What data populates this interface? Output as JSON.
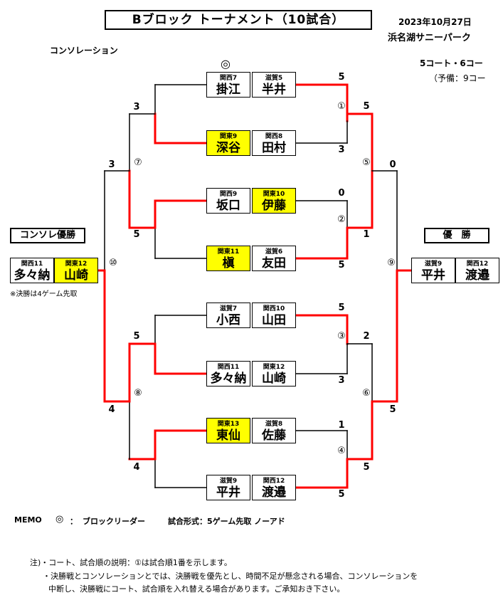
{
  "header": {
    "title": "Bブロック トーナメント（10試合）",
    "date": "2023年10月27日",
    "venue": "浜名湖サニーパーク",
    "consolation_label": "コンソレーション",
    "courts": "5コート・6コー",
    "reserve": "（予備：9コー",
    "leader_mark": "◎"
  },
  "teams": [
    {
      "pre": "関西7",
      "name": "掛江"
    },
    {
      "pre": "滋賀5",
      "name": "半井"
    },
    {
      "pre": "関東9",
      "name": "深谷"
    },
    {
      "pre": "関西8",
      "name": "田村"
    },
    {
      "pre": "関西9",
      "name": "坂口"
    },
    {
      "pre": "関東10",
      "name": "伊藤"
    },
    {
      "pre": "関東11",
      "name": "槇"
    },
    {
      "pre": "滋賀6",
      "name": "友田"
    },
    {
      "pre": "滋賀7",
      "name": "小西"
    },
    {
      "pre": "関西10",
      "name": "山田"
    },
    {
      "pre": "関西11",
      "name": "多々納"
    },
    {
      "pre": "関東12",
      "name": "山崎"
    },
    {
      "pre": "関東13",
      "name": "東仙"
    },
    {
      "pre": "滋賀8",
      "name": "佐藤"
    },
    {
      "pre": "滋賀9",
      "name": "平井"
    },
    {
      "pre": "関西12",
      "name": "渡邉"
    }
  ],
  "champion": {
    "label": "優　勝",
    "teams": [
      {
        "pre": "滋賀9",
        "name": "平井"
      },
      {
        "pre": "関西12",
        "name": "渡邉"
      }
    ]
  },
  "consolation_winner": {
    "label": "コンソレ優勝",
    "teams": [
      {
        "pre": "関西11",
        "name": "多々納"
      },
      {
        "pre": "関東12",
        "name": "山崎"
      }
    ],
    "note": "※決勝は4ゲーム先取"
  },
  "scores_right": {
    "m1_top": "5",
    "m1_bot": "3",
    "m2_top": "0",
    "m2_bot": "5",
    "m5_top": "5",
    "m5_bot": "1",
    "m3_top": "5",
    "m3_bot": "3",
    "m4_top": "1",
    "m4_bot": "5",
    "m6_top": "2",
    "m6_bot": "5",
    "m9_top": "0",
    "m9_bot": "5"
  },
  "scores_left": {
    "m7_top": "3",
    "m7_bot": "5",
    "m8_top": "5",
    "m8_bot": "4",
    "m10_top": "3",
    "m10_bot": "4"
  },
  "match_numbers": {
    "m1": "①",
    "m2": "②",
    "m3": "③",
    "m4": "④",
    "m5": "⑤",
    "m6": "⑥",
    "m7": "⑦",
    "m8": "⑧",
    "m9": "⑨",
    "m10": "⑩"
  },
  "memo": {
    "label": "MEMO",
    "symbol": "◎",
    "colon": "：",
    "leader": "ブロックリーダー",
    "format": "試合形式：5ゲーム先取 ノーアド"
  },
  "footnote": {
    "line1": "注)・コート、試合順の説明：①は試合順1番を示します。",
    "line2": "・決勝戦とコンソレーションとでは、決勝戦を優先とし、時間不足が懸念される場合、コンソレーションを",
    "line3": "中断し、決勝戦にコート、試合順を入れ替える場合があります。ご承知おき下さい。"
  },
  "colors": {
    "win_line": "#ff0000",
    "lose_line": "#000000",
    "highlight": "#ffff00"
  }
}
